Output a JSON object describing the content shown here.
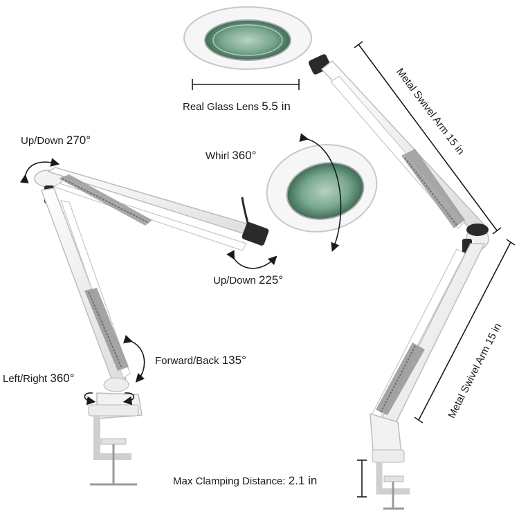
{
  "labels": {
    "lens": {
      "text": "Real Glass Lens",
      "value": "5.5 in"
    },
    "arm_top": {
      "text": "Metal Swivel Arm",
      "value": "15 in"
    },
    "arm_bottom": {
      "text": "Metal Swivel Arm",
      "value": "15 in"
    },
    "updown_left": {
      "text": "Up/Down",
      "value": "270°"
    },
    "whirl": {
      "text": "Whirl",
      "value": "360°"
    },
    "updown_mid": {
      "text": "Up/Down",
      "value": "225°"
    },
    "forward_back": {
      "text": "Forward/Back",
      "value": "135°"
    },
    "left_right": {
      "text": "Left/Right",
      "value": "360°"
    },
    "clamp": {
      "text": "Max Clamping Distance:",
      "value": "2.1 in"
    }
  },
  "colors": {
    "lamp_body": "#f4f4f4",
    "lamp_outline": "#c9c9c9",
    "lens_green": "#6f9e86",
    "spring": "#9a9a9a",
    "joint": "#2a2a2a",
    "annotation": "#1a1a1a"
  }
}
